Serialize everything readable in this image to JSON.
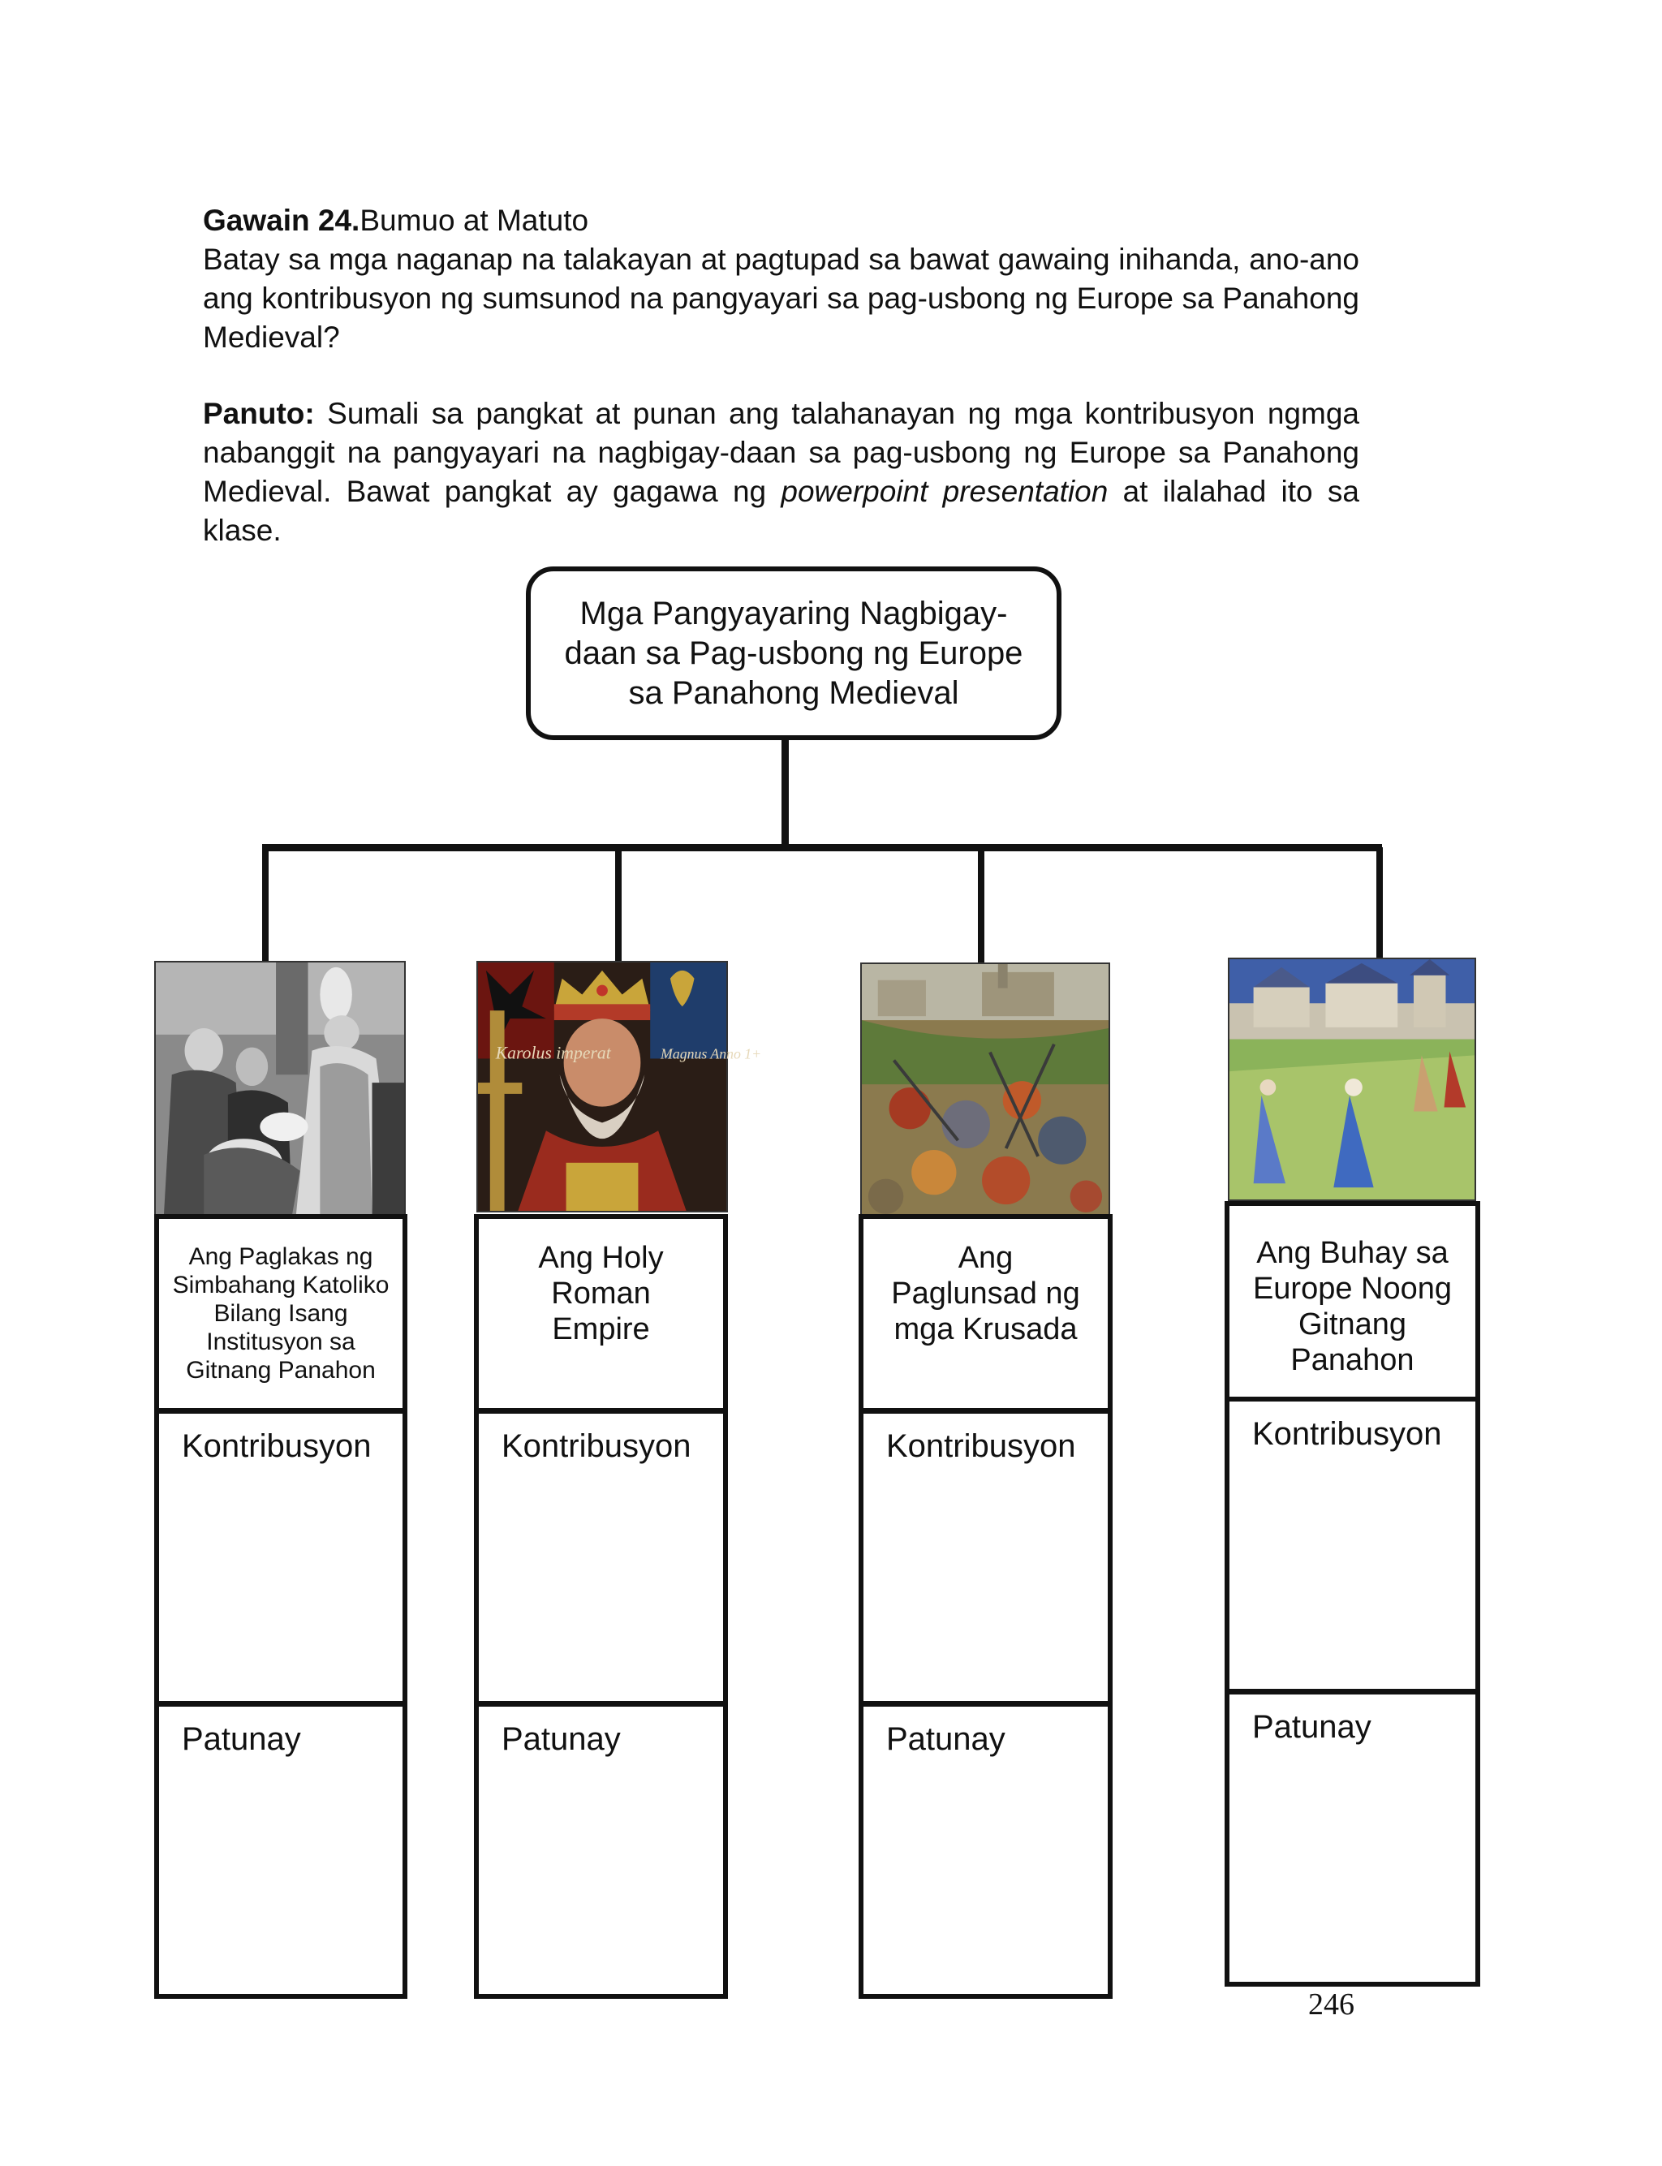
{
  "activity": {
    "title_bold": "Gawain 24.",
    "title_rest": "Bumuo at Matuto",
    "question": "Batay sa mga naganap na talakayan at pagtupad sa bawat gawaing inihanda, ano-ano ang  kontribusyon ng sumsunod na pangyayari sa pag-usbong ng Europe sa Panahong Medieval?"
  },
  "directions": {
    "label": "Panuto:",
    "text_1": "  Sumali sa pangkat at punan ang talahanayan ng mga kontribusyon ngmga nabanggit na pangyayari na nagbigay-daan sa pag-usbong ng Europe sa Panahong Medieval. Bawat pangkat ay gagawa ng ",
    "text_italic": "powerpoint presentation",
    "text_2": " at ilalahad ito sa klase."
  },
  "diagram": {
    "root": "Mga Pangyayaring Nagbigay-daan sa Pag-usbong ng Europe sa Panahong Medieval",
    "branches": [
      {
        "title": "Ang Paglakas ng Simbahang Katoliko Bilang Isang Institusyon sa Gitnang Panahon",
        "contribution_label": "Kontribusyon",
        "proof_label": "Patunay",
        "image": "pope-coronation-engraving"
      },
      {
        "title": "Ang Holy Roman Empire",
        "contribution_label": "Kontribusyon",
        "proof_label": "Patunay",
        "image": "charlemagne-portrait"
      },
      {
        "title": "Ang Paglunsad ng mga Krusada",
        "contribution_label": "Kontribusyon",
        "proof_label": "Patunay",
        "image": "crusade-battle-painting"
      },
      {
        "title": "Ang Buhay sa Europe Noong Gitnang Panahon",
        "contribution_label": "Kontribusyon",
        "proof_label": "Patunay",
        "image": "medieval-castle-harvest-painting"
      }
    ]
  },
  "image_text": {
    "charlemagne_left": "Karolus imperat",
    "charlemagne_right": "Magnus Anno 1+"
  },
  "page_number": "246"
}
